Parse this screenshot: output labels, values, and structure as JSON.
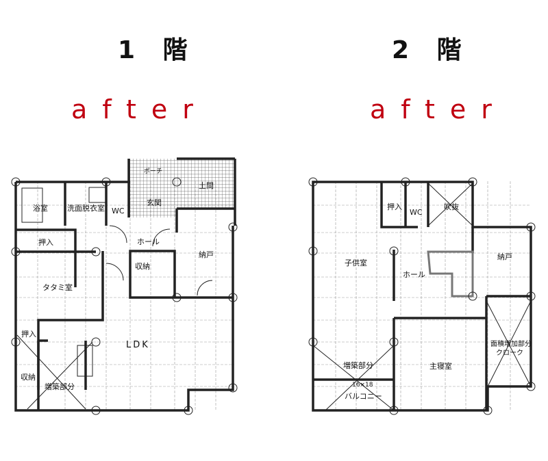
{
  "floor1": {
    "title": "1 階",
    "subtitle": "after",
    "rooms": {
      "bath": "浴室",
      "washroom": "洗面脱衣室",
      "wc": "WC",
      "entrance": "玄関",
      "porch": "ポーチ",
      "doma": "土間",
      "closet_top": "押入",
      "hall": "ホール",
      "storage_stair": "収納",
      "nando": "納戸",
      "tatami": "タタミ室",
      "ldk": "LDK",
      "closet_bottom": "押入",
      "storage_bottom": "収納",
      "extension": "増築部分"
    }
  },
  "floor2": {
    "title": "2 階",
    "subtitle": "after",
    "rooms": {
      "closet": "押入",
      "wc": "WC",
      "void": "吹抜",
      "nando": "納戸",
      "kids_room": "子供室",
      "hall": "ホール",
      "master_bedroom": "主寝室",
      "extension": "増築部分",
      "balcony_size": "16×18",
      "balcony": "バルコニー",
      "area_increase": "面積増加部分",
      "cloak": "クローク"
    }
  },
  "colors": {
    "accent": "#c00010",
    "wall": "#222222",
    "grid": "#9a9a9a",
    "tile": "#555555"
  }
}
